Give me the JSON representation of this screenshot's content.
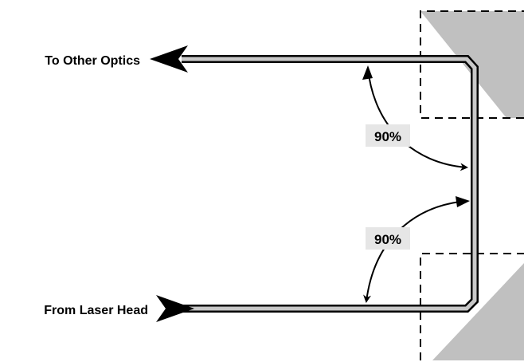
{
  "labels": {
    "output": "To Other Optics",
    "input": "From Laser Head",
    "angle_top": "90%",
    "angle_bottom": "90%"
  },
  "colors": {
    "beam_fill": "#c8c8c8",
    "beam_outline": "#000000",
    "mirror": "#c0c0c0",
    "angle_label_bg": "#e6e6e6"
  }
}
